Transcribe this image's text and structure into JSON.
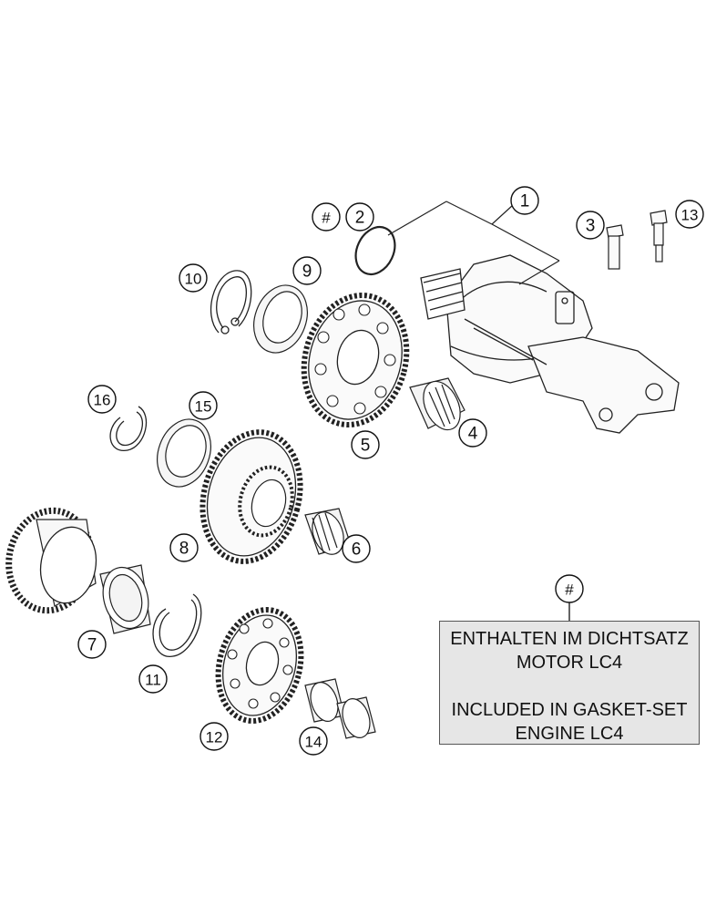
{
  "parts": [
    {
      "ref": "1",
      "name": "starter-motor"
    },
    {
      "ref": "2",
      "name": "o-ring"
    },
    {
      "ref": "3",
      "name": "screw"
    },
    {
      "ref": "4",
      "name": "needle-bearing"
    },
    {
      "ref": "5",
      "name": "gear-wheel"
    },
    {
      "ref": "6",
      "name": "needle-bearing"
    },
    {
      "ref": "7",
      "name": "freewheel"
    },
    {
      "ref": "8",
      "name": "intermediate-gear"
    },
    {
      "ref": "9",
      "name": "washer"
    },
    {
      "ref": "10",
      "name": "circlip"
    },
    {
      "ref": "11",
      "name": "circlip"
    },
    {
      "ref": "12",
      "name": "gear-wheel"
    },
    {
      "ref": "13",
      "name": "screw"
    },
    {
      "ref": "14",
      "name": "needle-bearing"
    },
    {
      "ref": "15",
      "name": "washer"
    },
    {
      "ref": "16",
      "name": "circlip"
    }
  ],
  "gasket_marker": "#",
  "note": {
    "marker": "#",
    "line1": "ENTHALTEN IM DICHTSATZ",
    "line2": "MOTOR LC4",
    "line3": "INCLUDED IN GASKET-SET",
    "line4": "ENGINE LC4"
  }
}
